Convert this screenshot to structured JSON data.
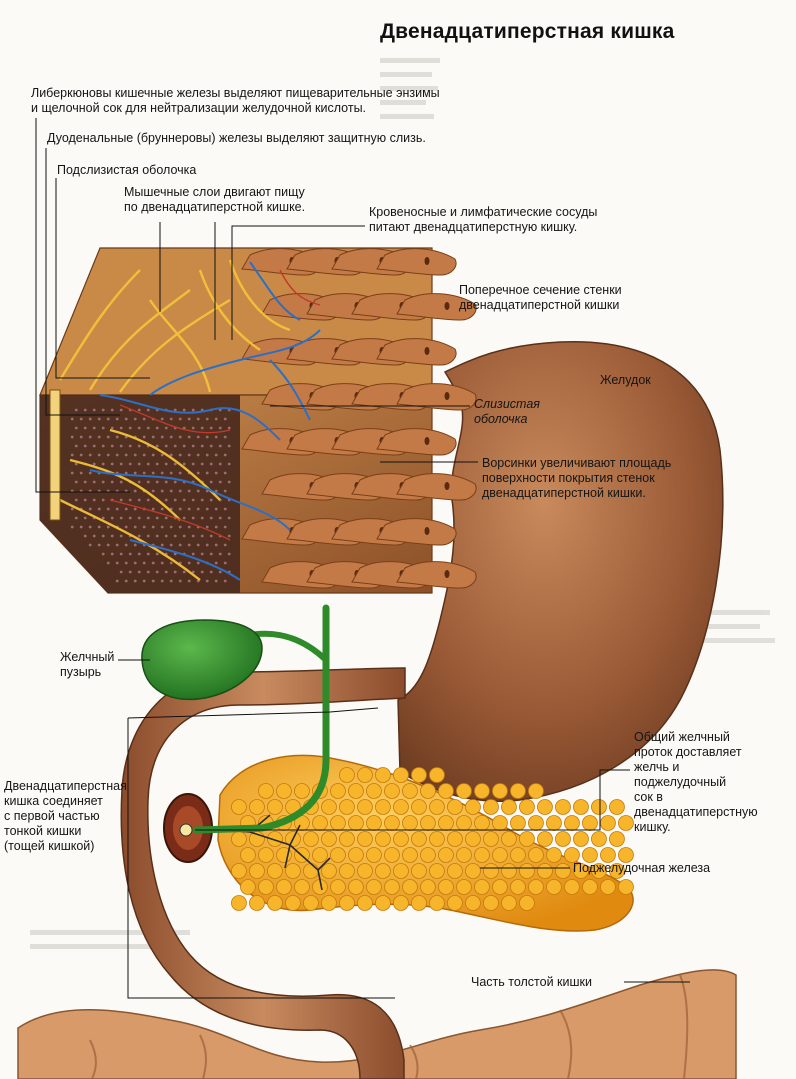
{
  "title": "Двенадцатиперстная кишка",
  "labels": {
    "lieberkuhn": "Либеркюновы кишечные железы выделяют пищеварительные энзимы\nи щелочной сок для нейтрализации желудочной кислоты.",
    "brunner": "Дуоденальные (бруннеровы) железы выделяют защитную слизь.",
    "submucosa": "Подслизистая оболочка",
    "muscle": "Мышечные слои двигают пищу\nпо двенадцатиперстной кишке.",
    "vessels": "Кровеносные и лимфатические сосуды\nпитают двенадцатиперстную кишку.",
    "cross_section": "Поперечное сечение стенки\nдвенадцатиперстной кишки",
    "stomach": "Желудок",
    "mucosa": "Слизистая\nоболочка",
    "villi": "Ворсинки увеличивают площадь\nповерхности покрытия стенок\nдвенадцатиперстной кишки.",
    "gallbladder": "Желчный\nпузырь",
    "duodenum_joins": "Двенадцатиперстная\nкишка соединяет\nс первой частью\nтонкой кишки\n(тощей кишкой)",
    "bile_duct": "Общий желчный\nпроток доставляет\nжелчь и\nподжелудочный\nсок в\nдвенадцатиперстную\nкишку.",
    "pancreas": "Поджелудочная железа",
    "colon": "Часть толстой кишки"
  },
  "colors": {
    "stomach": "#9a5a36",
    "tissue": "#b8743e",
    "gallbladder": "#2f8a2a",
    "pancreas": "#f2a218",
    "nerves": "#f3c23a",
    "vessels": "#2d6fc4"
  }
}
